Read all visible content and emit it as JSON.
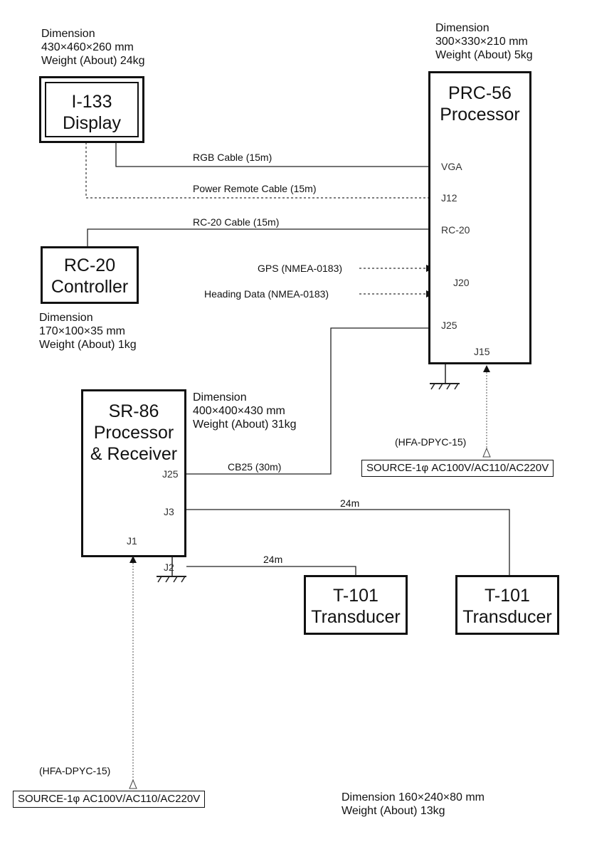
{
  "display": {
    "title_line1": "I-133",
    "title_line2": "Display",
    "spec_line1": "Dimension",
    "spec_line2": "430×460×260 mm",
    "spec_line3": "Weight (About) 24kg"
  },
  "processor": {
    "title_line1": "PRC-56",
    "title_line2": "Processor",
    "spec_line1": "Dimension",
    "spec_line2": "300×330×210 mm",
    "spec_line3": "Weight (About) 5kg",
    "ports": {
      "vga": "VGA",
      "j12": "J12",
      "rc20": "RC-20",
      "j20": "J20",
      "j25": "J25",
      "j15": "J15"
    }
  },
  "controller": {
    "title_line1": "RC-20",
    "title_line2": "Controller",
    "spec_line1": "Dimension",
    "spec_line2": "170×100×35 mm",
    "spec_line3": "Weight (About) 1kg"
  },
  "receiver": {
    "title_line1": "SR-86",
    "title_line2": "Processor",
    "title_line3": "& Receiver",
    "spec_line1": "Dimension",
    "spec_line2": "400×400×430 mm",
    "spec_line3": "Weight (About) 31kg",
    "ports": {
      "j25": "J25",
      "j3": "J3",
      "j2": "J2",
      "j1": "J1"
    }
  },
  "transducer": {
    "title_line1": "T-101",
    "title_line2": "Transducer",
    "spec_line1": "Dimension 160×240×80 mm",
    "spec_line2": "Weight (About) 13kg"
  },
  "cables": {
    "rgb": "RGB Cable (15m)",
    "power_remote": "Power Remote Cable (15m)",
    "rc20": "RC-20 Cable (15m)",
    "gps": "GPS (NMEA-0183)",
    "heading": "Heading Data (NMEA-0183)",
    "cb25": "CB25 (30m)",
    "j3_len": "24m",
    "j2_len": "24m"
  },
  "power": {
    "cable": "(HFA-DPYC-15)",
    "source": "SOURCE-1φ AC100V/AC110/AC220V"
  }
}
